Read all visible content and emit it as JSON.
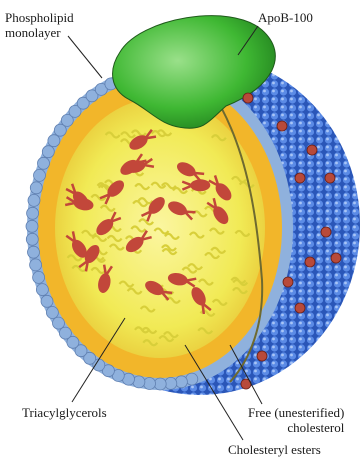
{
  "labels": {
    "phospholipid_line1": "Phospholipid",
    "phospholipid_line2": "monolayer",
    "apob": "ApoB-100",
    "triacylglycerols": "Triacylglycerols",
    "free_line1": "Free (unesterified)",
    "free_line2": "cholesterol",
    "cholesteryl_esters": "Cholesteryl esters"
  },
  "colors": {
    "phospholipid_heads": "#8fb1dd",
    "phospholipid_tails": "#f2b62a",
    "core": "#f5f06a",
    "triacylglycerol": "#e8eb7a",
    "cholesteryl_ester": "#c2473a",
    "free_cholesterol": "#e0826a",
    "apob": "#3fb833",
    "surface_blue": "#2d5fc7"
  }
}
